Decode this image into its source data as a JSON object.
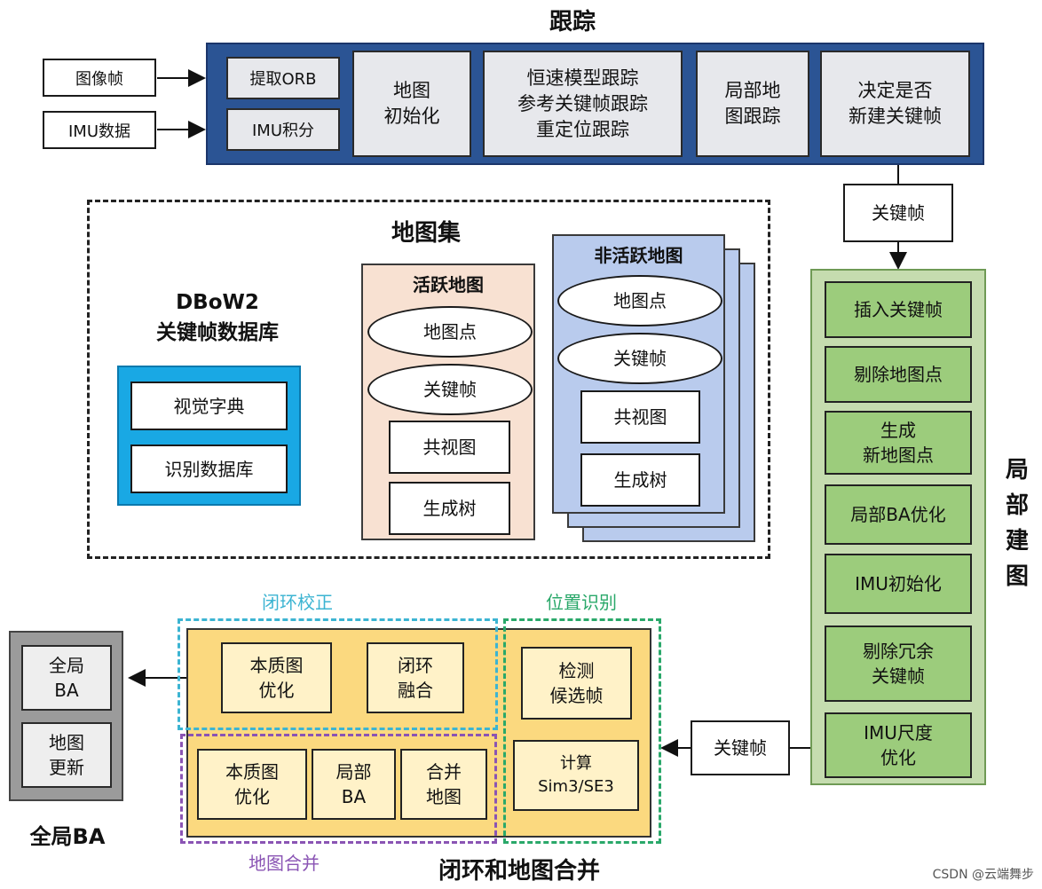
{
  "tracking": {
    "title": "跟踪",
    "input_frame": "图像帧",
    "input_imu": "IMU数据",
    "extract_orb": "提取ORB",
    "imu_integration": "IMU积分",
    "map_init": "地图\n初始化",
    "tracking_methods": "恒速模型跟踪\n参考关键帧跟踪\n重定位跟踪",
    "local_map_tracking": "局部地\n图跟踪",
    "decide_keyframe": "决定是否\n新建关键帧"
  },
  "keyframe_label_top": "关键帧",
  "atlas": {
    "title": "地图集",
    "dbow": {
      "title": "DBoW2\n关键帧数据库",
      "vocabulary": "视觉字典",
      "recognition_db": "识别数据库"
    },
    "active_map": {
      "title": "活跃地图",
      "map_points": "地图点",
      "keyframes": "关键帧",
      "covisibility": "共视图",
      "spanning_tree": "生成树"
    },
    "inactive_map": {
      "title": "非活跃地图",
      "map_points": "地图点",
      "keyframes": "关键帧",
      "covisibility": "共视图",
      "spanning_tree": "生成树"
    }
  },
  "local_mapping": {
    "title": "局\n部\n建\n图",
    "steps": [
      "插入关键帧",
      "剔除地图点",
      "生成\n新地图点",
      "局部BA优化",
      "IMU初始化",
      "剔除冗余\n关键帧",
      "IMU尺度\n优化"
    ]
  },
  "keyframe_label_bottom": "关键帧",
  "loop_merge": {
    "title": "闭环和地图合并",
    "loop_correction_label": "闭环校正",
    "place_recognition_label": "位置识别",
    "map_merge_label": "地图合并",
    "essential_graph_opt_1": "本质图\n优化",
    "loop_fusion": "闭环\n融合",
    "essential_graph_opt_2": "本质图\n优化",
    "local_ba": "局部\nBA",
    "merge_maps": "合并\n地图",
    "detect_candidates": "检测\n候选帧",
    "compute_sim3": "计算\nSim3/SE3"
  },
  "global_ba": {
    "title": "全局BA",
    "full_ba": "全局\nBA",
    "map_update": "地图\n更新"
  },
  "watermark": "CSDN @云端舞步",
  "colors": {
    "tracking_fill": "#2b5494",
    "local_mapping_fill": "#c5dcaf",
    "local_mapping_step": "#9ccc7c",
    "dbow_fill": "#19a8e4",
    "active_map_fill": "#f8e1d2",
    "inactive_map_fill": "#b9cbed",
    "loop_fill": "#fbd97f",
    "loop_inner": "#fff2c8",
    "global_ba_fill": "#9b9b9b",
    "loop_correction_color": "#3cb4d2",
    "place_recognition_color": "#2aa86a",
    "map_merge_color": "#8a54b4"
  }
}
